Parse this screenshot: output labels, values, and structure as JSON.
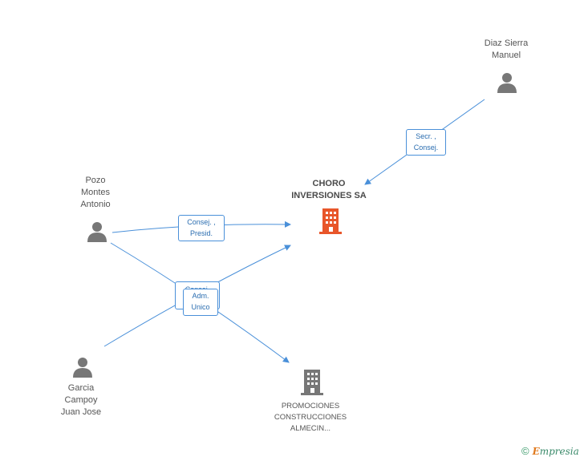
{
  "people": [
    {
      "id": "diaz",
      "label": "Diaz Sierra\nManuel"
    },
    {
      "id": "pozo",
      "label": "Pozo\nMontes\nAntonio"
    },
    {
      "id": "garcia",
      "label": "Garcia\nCampoy\nJuan Jose"
    }
  ],
  "companies": {
    "main": {
      "label": "CHORO\nINVERSIONES SA",
      "color": "#e8562a"
    },
    "other": {
      "label": "PROMOCIONES\nCONSTRUCCIONES\nALMECIN...",
      "color": "#777777"
    }
  },
  "relations": {
    "diaz_main": "Secr. ,\nConsej.",
    "pozo_main": "Consej. ,\nPresid.",
    "hidden": "Consej.",
    "adm": "Adm.\nUnico"
  },
  "footer": {
    "copyright": "©",
    "brand_first": "E",
    "brand_rest": "mpresia"
  },
  "colors": {
    "edge": "#4a90d9",
    "person": "#777777"
  }
}
